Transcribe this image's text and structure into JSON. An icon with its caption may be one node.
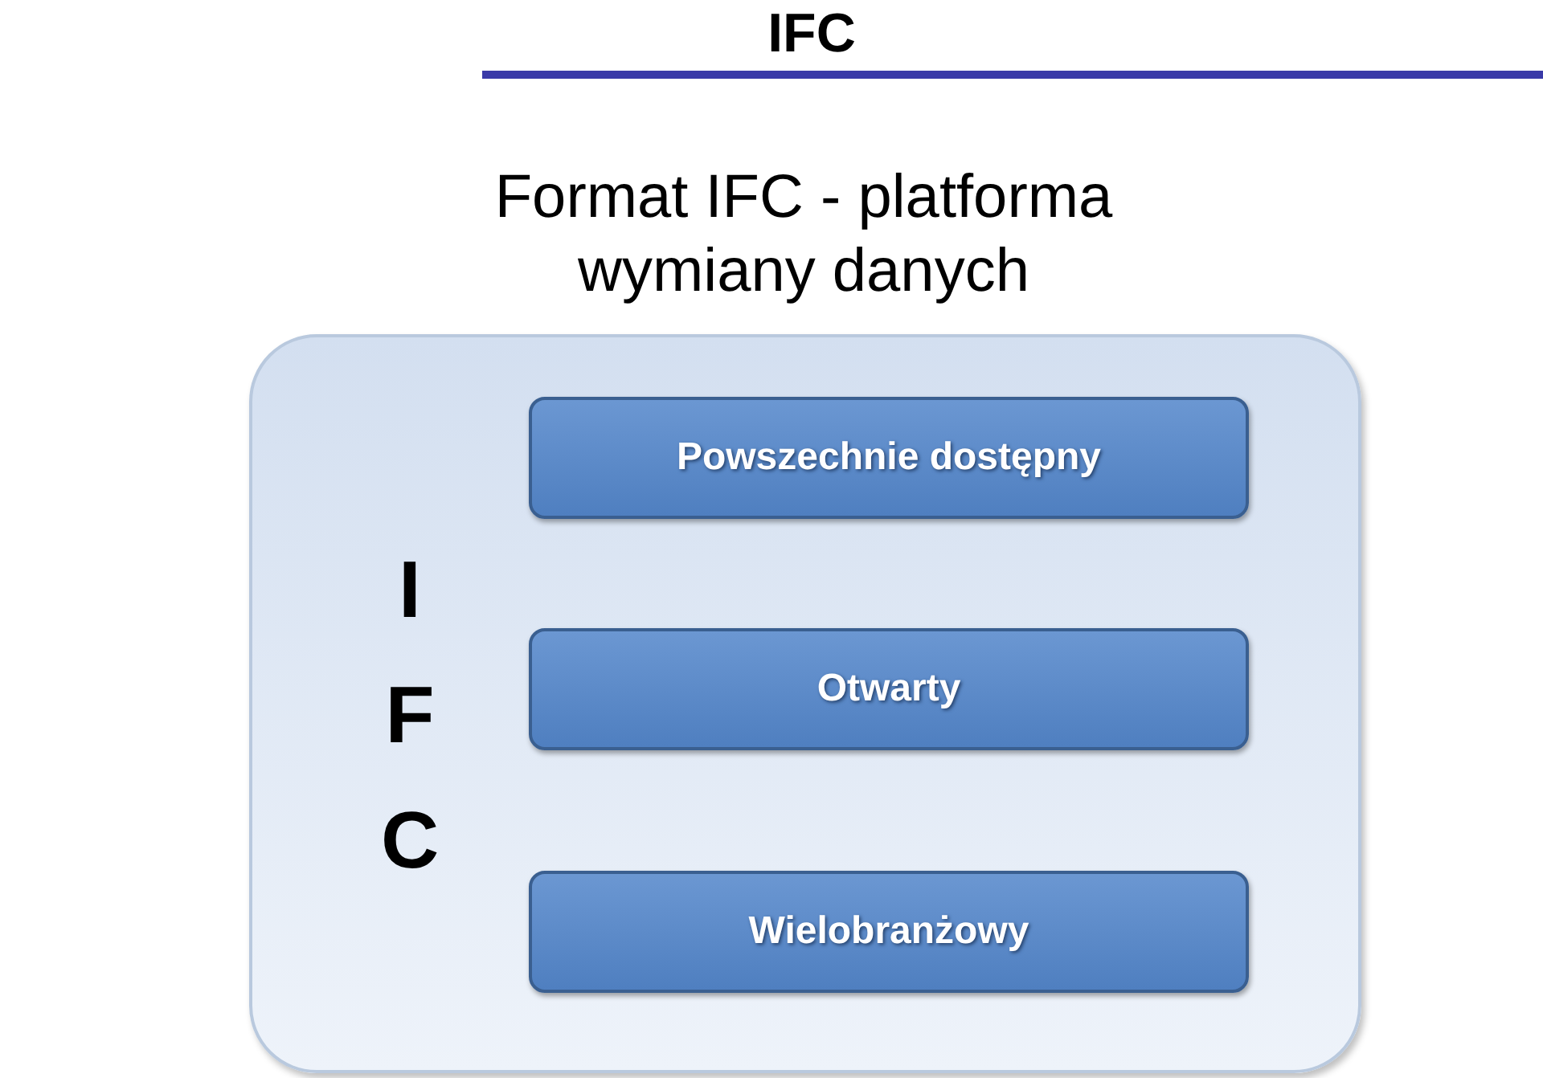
{
  "diagram": {
    "title": "Format IFC - platforma wymiany danych",
    "nodes": [
      {
        "text": [
          "I F C"
        ]
      },
      {
        "text": [
          "Powszechnie dostępny"
        ],
        "in": 0
      },
      {
        "text": [
          "Otwarty"
        ],
        "in": 0
      },
      {
        "text": [
          "Wielobranżowy"
        ],
        "in": 0
      }
    ],
    "labels": [
      "IFC"
    ]
  }
}
